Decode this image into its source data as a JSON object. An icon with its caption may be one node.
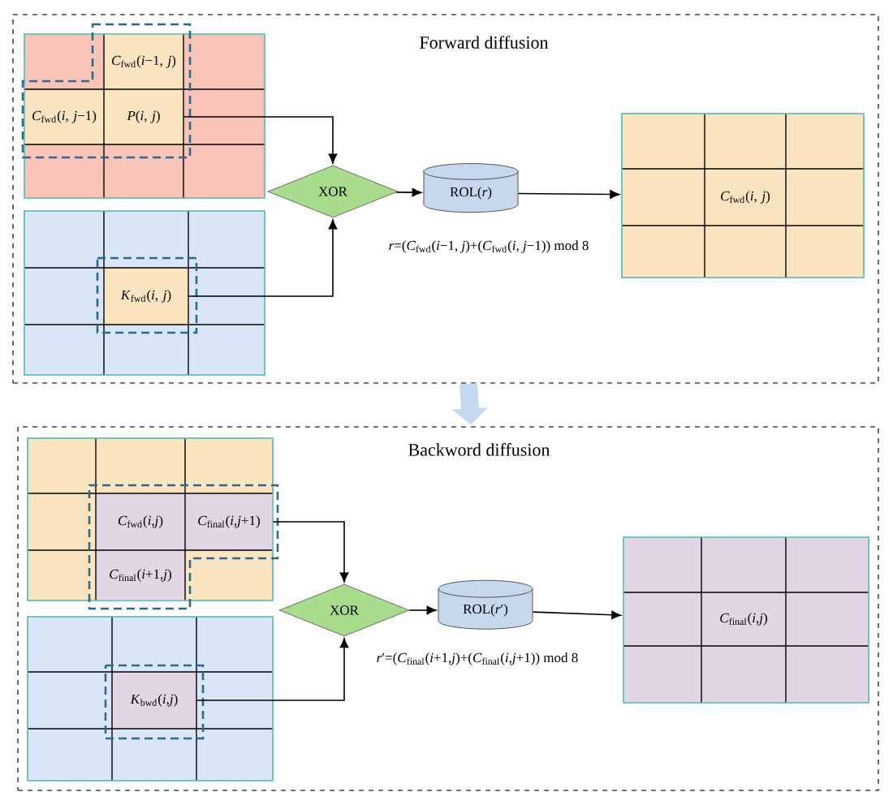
{
  "diagram": {
    "nodes": [
      {
        "text": [
          "Forward diffusion"
        ]
      },
      {
        "text": [],
        "shape": "box",
        "in": 0
      },
      {
        "text": [
          "*C*$_{fwd}$(*i*−1, *j*)"
        ],
        "in": 1
      },
      {
        "text": [
          "*C*$_{fwd}$(*i*, *j*−1)"
        ],
        "in": 1
      },
      {
        "text": [
          "*P*(*i*, *j*)"
        ],
        "in": 1
      },
      {
        "text": [],
        "shape": "box",
        "in": 0
      },
      {
        "text": [
          "*K*$_{fwd}$(*i*, *j*)"
        ],
        "in": 5
      },
      {
        "text": [
          "XOR"
        ],
        "in": 0
      },
      {
        "text": [
          "ROL(*r*)"
        ],
        "in": 0
      },
      {
        "text": [],
        "shape": "box",
        "in": 0
      },
      {
        "text": [
          "*C*$_{fwd}$(*i*, *j*)"
        ],
        "in": 9
      },
      {
        "text": [
          "Backword diffusion"
        ]
      },
      {
        "text": [],
        "shape": "box",
        "in": 11
      },
      {
        "text": [
          "*C*$_{fwd}$(*i*,*j*)"
        ],
        "in": 12
      },
      {
        "text": [
          "*C*$_{final}$(*i*,*j*+1)"
        ],
        "in": 12
      },
      {
        "text": [
          "*C*$_{final}$(*i*+1,*j*)"
        ],
        "in": 12
      },
      {
        "text": [],
        "shape": "box",
        "in": 11
      },
      {
        "text": [
          "*K*$_{bwd}$(*i*,*j*)"
        ],
        "in": 16
      },
      {
        "text": [
          "XOR"
        ],
        "in": 11
      },
      {
        "text": [
          "ROL(*r*′)"
        ],
        "in": 11
      },
      {
        "text": [],
        "shape": "box",
        "in": 11
      },
      {
        "text": [
          "*C*$_{final}$(*i*,*j*)"
        ],
        "in": 20
      }
    ],
    "edges": [
      {
        "from": 4,
        "to": 7,
        "arrow": "to"
      },
      {
        "from": 6,
        "to": 7,
        "arrow": "to"
      },
      {
        "from": 7,
        "to": 8,
        "arrow": "to"
      },
      {
        "from": 8,
        "to": 9,
        "arrow": "to"
      },
      {
        "from": 0,
        "to": 11,
        "arrow": "to",
        "style": "thick",
        "color": "#c5d9ef"
      },
      {
        "from": 14,
        "to": 18,
        "arrow": "to"
      },
      {
        "from": 17,
        "to": 18,
        "arrow": "to"
      },
      {
        "from": 18,
        "to": 19,
        "arrow": "to"
      },
      {
        "from": 19,
        "to": 20,
        "arrow": "to"
      }
    ],
    "labels": [
      "*r*=(*C*$_{fwd}$(*i*−1, *j*)+(*C*$_{fwd}$(*i*, *j*−1)) mod 8",
      "*r*′=(*C*$_{final}$(*i*+1,*j*)+(*C*$_{final}$(*i*,*j*+1)) mod 8"
    ]
  }
}
